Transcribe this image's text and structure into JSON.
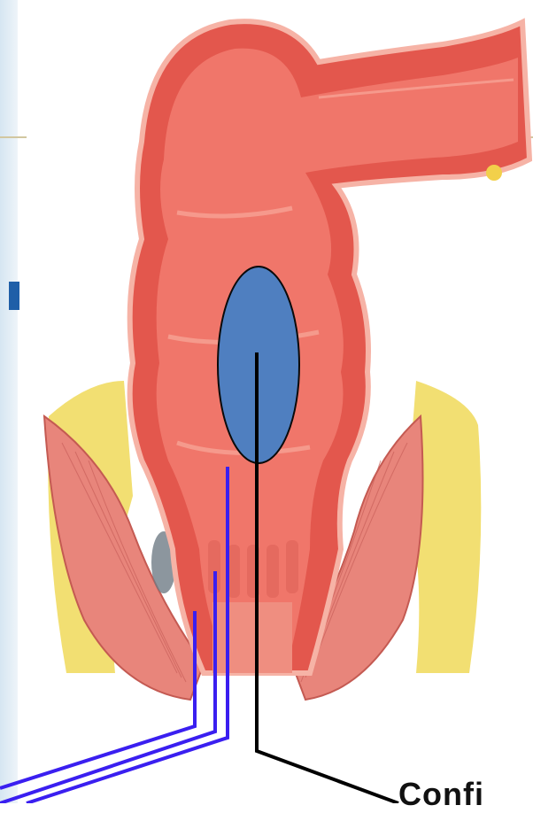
{
  "labels": {
    "bottom_right_text": "Confi"
  },
  "colors": {
    "background": "#ffffff",
    "rectum_wall": "#e3574d",
    "rectum_inner": "#f0766a",
    "rectum_light": "#f7a395",
    "fat_tissue": "#f2df72",
    "muscle": "#e8857b",
    "balloon_fill": "#4f7fc0",
    "leader_blue": "#3a1ff0",
    "leader_black": "#000000",
    "side_strip": "#d6e6f2"
  },
  "icons": {
    "balloon": "blue-ellipse",
    "left_marker": "blue-bracket"
  }
}
